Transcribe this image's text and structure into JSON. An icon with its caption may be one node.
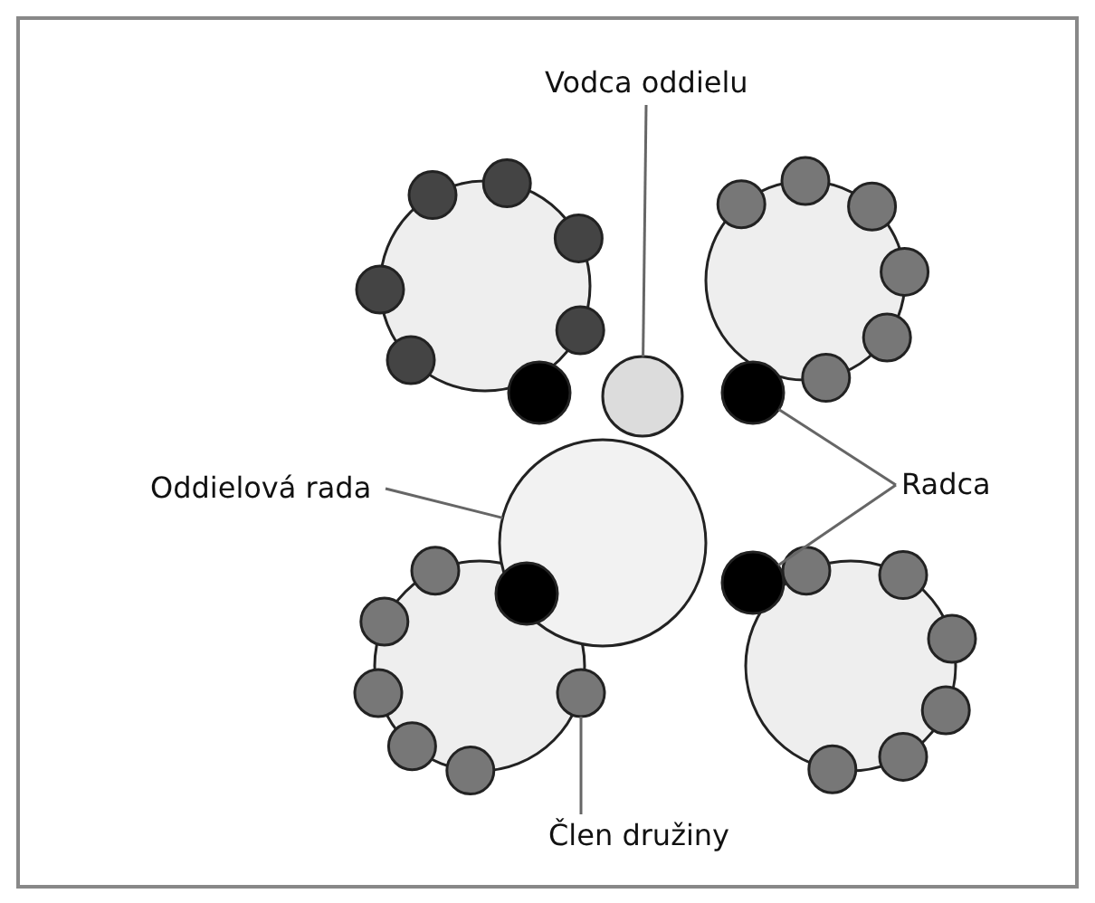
{
  "diagram": {
    "nodes": [
      {
        "text": [
          "Vodca oddielu"
        ]
      },
      {
        "text": [],
        "shape": "circle"
      },
      {
        "text": [
          "Oddielová rada"
        ]
      },
      {
        "text": [],
        "shape": "circle"
      },
      {
        "text": [
          "Radca"
        ]
      },
      {
        "text": [],
        "shape": "circle"
      },
      {
        "text": [],
        "shape": "circle"
      },
      {
        "text": [
          "Člen družiny"
        ]
      },
      {
        "text": [],
        "shape": "circle"
      },
      {
        "text": [],
        "shape": "circle"
      },
      {
        "text": [],
        "shape": "circle"
      },
      {
        "text": [],
        "shape": "circle"
      },
      {
        "text": [],
        "shape": "circle"
      },
      {
        "text": [],
        "shape": "circle"
      },
      {
        "text": [],
        "shape": "circle"
      },
      {
        "text": [],
        "shape": "circle"
      },
      {
        "text": [],
        "shape": "circle"
      },
      {
        "text": [],
        "shape": "circle"
      },
      {
        "text": [],
        "shape": "circle"
      },
      {
        "text": [],
        "shape": "circle"
      },
      {
        "text": [],
        "shape": "circle"
      },
      {
        "text": [],
        "shape": "circle"
      },
      {
        "text": [],
        "shape": "circle"
      },
      {
        "text": [],
        "shape": "circle"
      },
      {
        "text": [],
        "shape": "circle"
      },
      {
        "text": [],
        "shape": "circle"
      },
      {
        "text": [],
        "shape": "circle"
      },
      {
        "text": [],
        "shape": "circle"
      },
      {
        "text": [],
        "shape": "circle"
      },
      {
        "text": [],
        "shape": "circle"
      },
      {
        "text": [],
        "shape": "circle"
      },
      {
        "text": [],
        "shape": "circle"
      },
      {
        "text": [],
        "shape": "circle"
      },
      {
        "text": [],
        "shape": "circle"
      },
      {
        "text": [],
        "shape": "circle"
      },
      {
        "text": [],
        "shape": "circle"
      },
      {
        "text": [],
        "shape": "circle"
      },
      {
        "text": [],
        "shape": "circle"
      }
    ],
    "edges": [
      {
        "from": 0,
        "to": 1,
        "arrow": "none"
      },
      {
        "from": 2,
        "to": 3,
        "arrow": "none"
      },
      {
        "from": 4,
        "to": 5,
        "arrow": "none"
      },
      {
        "from": 4,
        "to": 6,
        "arrow": "none"
      },
      {
        "from": 7,
        "to": 8,
        "arrow": "none"
      }
    ]
  }
}
